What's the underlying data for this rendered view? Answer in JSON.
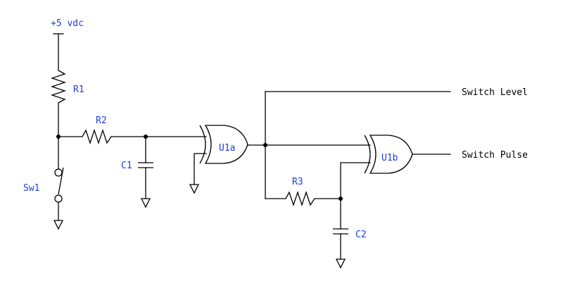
{
  "colors": {
    "wire": "#000000",
    "designator_label": "#1f3fd8",
    "net_label": "#000000"
  },
  "labels": {
    "supply": "+5 vdc",
    "r1": "R1",
    "r2": "R2",
    "r3": "R3",
    "c1": "C1",
    "c2": "C2",
    "sw1": "Sw1",
    "u1a": "U1a",
    "u1b": "U1b",
    "switch_level": "Switch Level",
    "switch_pulse": "Switch Pulse"
  }
}
